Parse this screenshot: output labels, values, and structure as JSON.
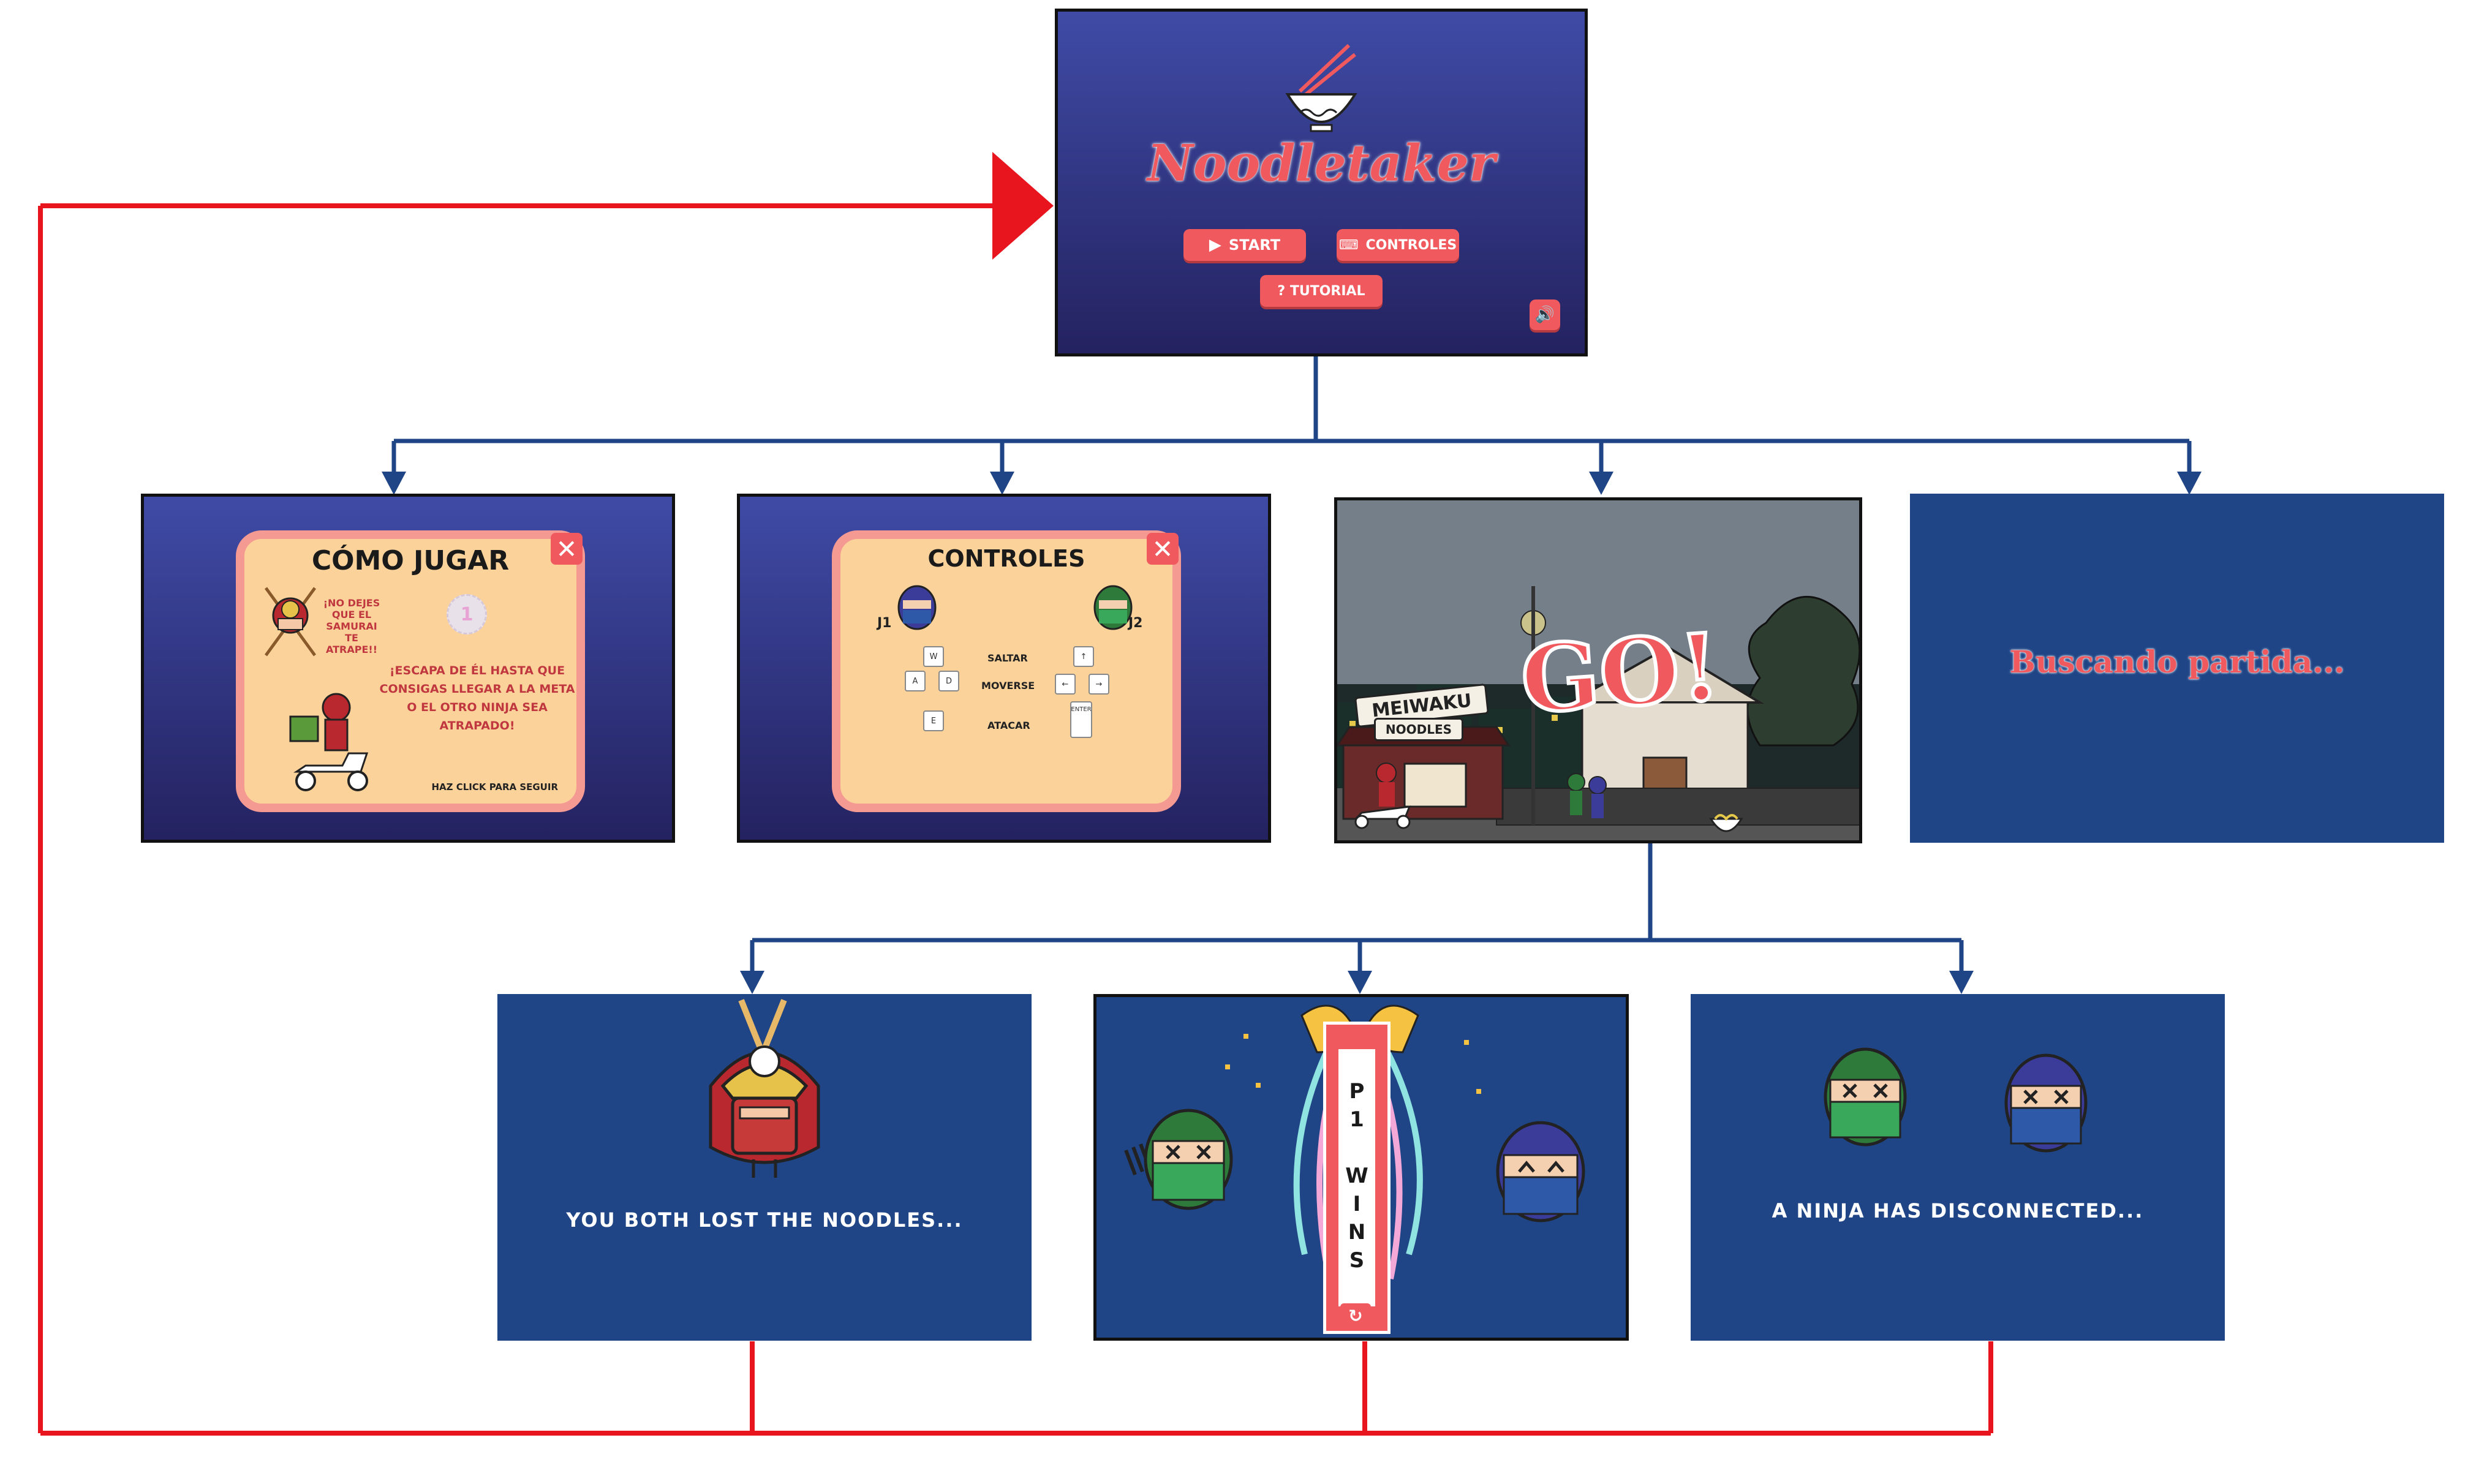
{
  "main_menu": {
    "title": "Noodletaker",
    "start_label": "START",
    "controls_label": "CONTROLES",
    "tutorial_label": "? TUTORIAL",
    "sound_icon": "speaker-icon"
  },
  "how_to_play": {
    "title": "CÓMO JUGAR",
    "close": "✕",
    "warning": "¡NO DEJES QUE EL SAMURAI TE ATRAPE!!",
    "page_number": "1",
    "instructions": "¡ESCAPA DE ÉL HASTA QUE CONSIGAS LLEGAR A LA META O EL OTRO NINJA SEA ATRAPADO!",
    "continue": "HAZ CLICK PARA SEGUIR"
  },
  "controls": {
    "title": "CONTROLES",
    "close": "✕",
    "player1": "J1",
    "player2": "J2",
    "jump": "SALTAR",
    "move": "MOVERSE",
    "attack": "ATACAR",
    "p1_keys": {
      "jump": "W",
      "left": "A",
      "right": "D",
      "attack": "E"
    },
    "p2_keys": {
      "jump": "↑",
      "left": "←",
      "right": "→",
      "attack": "ENTER"
    }
  },
  "game": {
    "go_text": "GO!",
    "shop_sign": "MEIWAKU",
    "shop_sub": "NOODLES"
  },
  "searching": {
    "text": "Buscando partida..."
  },
  "endings": {
    "lost": "YOU BOTH LOST THE NOODLES...",
    "wins_banner": "P1 WINS",
    "disconnected": "A NINJA HAS DISCONNECTED..."
  },
  "colors": {
    "arrow_blue": "#1f4586",
    "arrow_red": "#e8141e",
    "accent": "#f05a5f",
    "screen_flat": "#1f4586"
  }
}
